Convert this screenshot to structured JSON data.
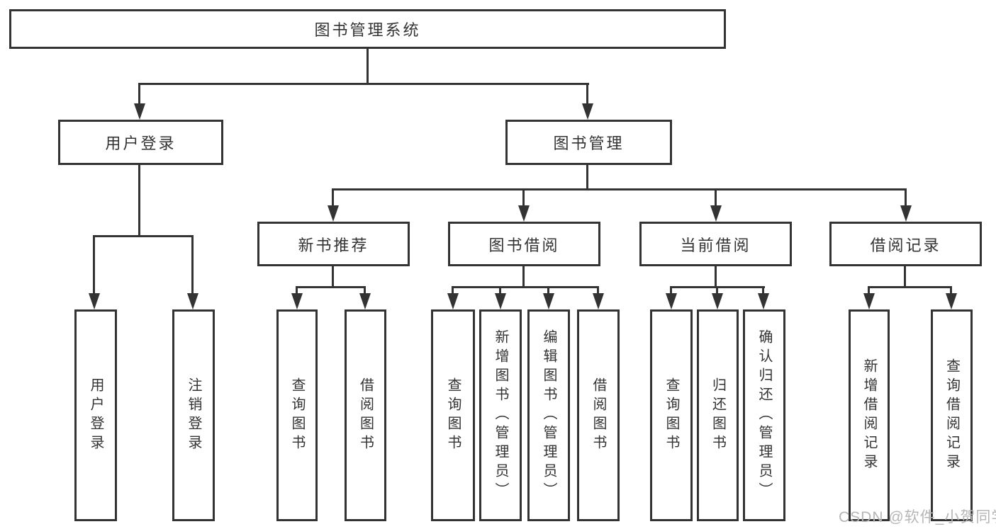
{
  "tree": {
    "root": "图书管理系统",
    "user": {
      "label": "用户登录",
      "children": {
        "login": "用户登录",
        "logout": "注销登录"
      }
    },
    "book": {
      "label": "图书管理",
      "groups": {
        "recommend": {
          "label": "新书推荐",
          "children": {
            "query": "查询图书",
            "borrow": "借阅图书"
          }
        },
        "borrow": {
          "label": "图书借阅",
          "children": {
            "query": "查询图书",
            "add": "新增图书（管理员）",
            "edit": "编辑图书（管理员）",
            "borrow": "借阅图书"
          }
        },
        "current": {
          "label": "当前借阅",
          "children": {
            "query": "查询图书",
            "return": "归还图书",
            "confirm": "确认归还（管理员）"
          }
        },
        "records": {
          "label": "借阅记录",
          "children": {
            "add": "新增借阅记录",
            "query": "查询借阅记录"
          }
        }
      }
    }
  },
  "watermark": "CSDN @软件_小贺同学",
  "colors": {
    "line": "#333333",
    "box_border": "#333333",
    "text": "#333333",
    "background": "#ffffff",
    "watermark": "#b6b6b6"
  }
}
